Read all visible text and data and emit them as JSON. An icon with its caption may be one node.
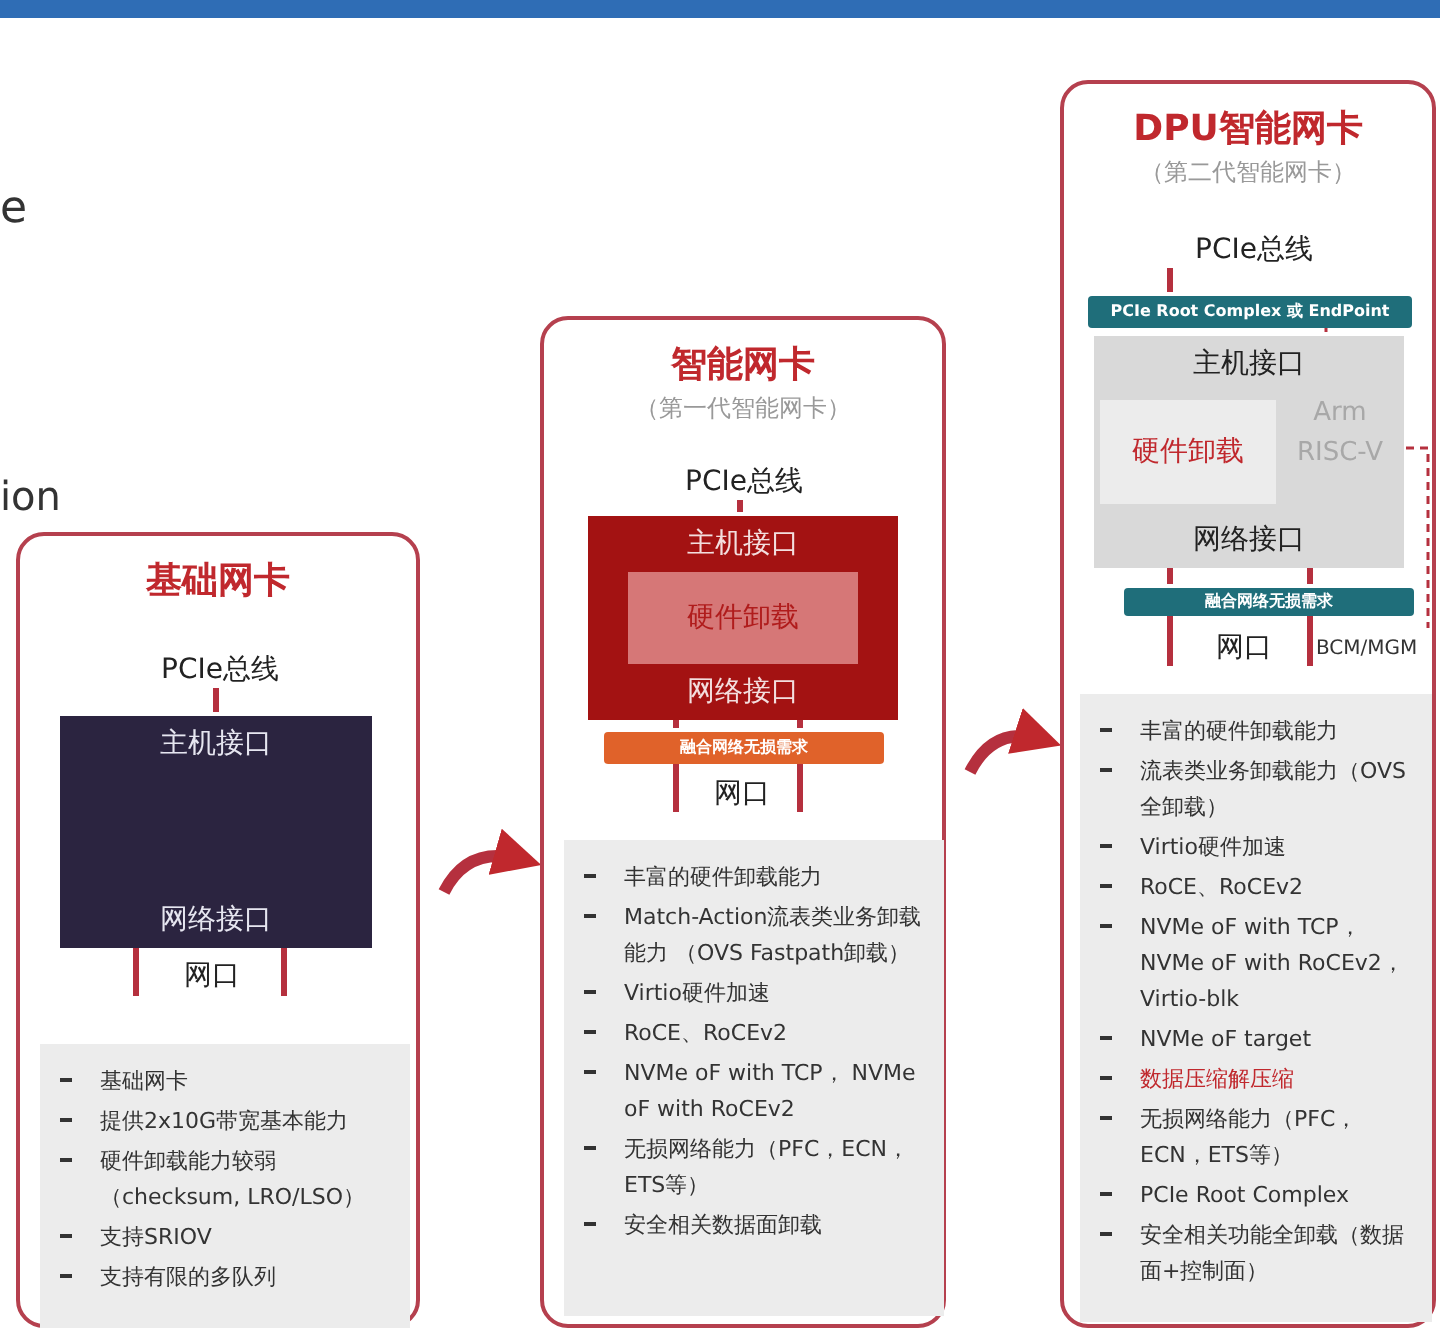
{
  "diagram": {
    "nodes": [
      {
        "text": [
          "基础网卡"
        ]
      },
      {
        "text": [
          "PCIe总线"
        ],
        "in": 0
      },
      {
        "text": [
          "主机接口",
          "网络接口"
        ],
        "in": 0
      },
      {
        "text": [
          "网口"
        ],
        "in": 0
      },
      {
        "text": [
          "基础网卡",
          "提供2x10G带宽基本能力",
          "硬件卸载能力较弱（checksum, LRO/LSO）",
          "支持SRIOV",
          "支持有限的多队列"
        ],
        "in": 0
      },
      {
        "text": [
          "智能网卡",
          "（第一代智能网卡）"
        ]
      },
      {
        "text": [
          "PCIe总线"
        ],
        "in": 5
      },
      {
        "text": [
          "主机接口",
          "网络接口"
        ],
        "in": 5
      },
      {
        "text": [
          "硬件卸载"
        ],
        "in": 7
      },
      {
        "text": [
          "融合网络无损需求"
        ],
        "in": 5
      },
      {
        "text": [
          "网口"
        ],
        "in": 5
      },
      {
        "text": [
          "丰富的硬件卸载能力",
          "Match-Action流表类业务卸载能力 （OVS Fastpath卸载）",
          "Virtio硬件加速",
          "RoCE、RoCEv2",
          "NVMe oF with TCP， NVMe oF with RoCEv2",
          "无损网络能力（PFC，ECN，ETS等）",
          "安全相关数据面卸载"
        ],
        "in": 5
      },
      {
        "text": [
          "DPU智能网卡",
          "（第二代智能网卡）"
        ]
      },
      {
        "text": [
          "PCIe总线"
        ],
        "in": 12
      },
      {
        "text": [
          "PCIe Root Complex 或 EndPoint"
        ],
        "in": 12
      },
      {
        "text": [
          "主机接口",
          "网络接口"
        ],
        "in": 12
      },
      {
        "text": [
          "硬件卸载"
        ],
        "in": 15
      },
      {
        "text": [
          "Arm RISC-V"
        ],
        "in": 15
      },
      {
        "text": [
          "融合网络无损需求"
        ],
        "in": 12
      },
      {
        "text": [
          "网口"
        ],
        "in": 12
      },
      {
        "text": [
          "BCM/MGM"
        ],
        "in": 12
      },
      {
        "text": [
          "丰富的硬件卸载能力",
          "流表类业务卸载能力（OVS 全卸载）",
          "Virtio硬件加速",
          "RoCE、RoCEv2",
          "NVMe oF with TCP， NVMe oF with RoCEv2， Virtio-blk",
          "NVMe oF target",
          "数据压缩解压缩",
          "无损网络能力（PFC，ECN，ETS等）",
          "PCIe Root Complex",
          "安全相关功能全卸载（数据面+控制面）"
        ],
        "in": 12
      }
    ],
    "edges": [
      {
        "from": 1,
        "to": 2,
        "arrow": "none"
      },
      {
        "from": 2,
        "to": 3,
        "arrow": "none"
      },
      {
        "from": 2,
        "to": 3,
        "arrow": "none"
      },
      {
        "from": 6,
        "to": 7,
        "arrow": "none"
      },
      {
        "from": 7,
        "to": 9,
        "arrow": "none"
      },
      {
        "from": 7,
        "to": 9,
        "arrow": "none"
      },
      {
        "from": 9,
        "to": 10,
        "arrow": "none"
      },
      {
        "from": 9,
        "to": 10,
        "arrow": "none"
      },
      {
        "from": 13,
        "to": 14,
        "arrow": "none"
      },
      {
        "from": 14,
        "to": 17,
        "arrow": "none",
        "style": "dashed"
      },
      {
        "from": 15,
        "to": 18,
        "arrow": "none"
      },
      {
        "from": 15,
        "to": 18,
        "arrow": "none"
      },
      {
        "from": 18,
        "to": 19,
        "arrow": "none"
      },
      {
        "from": 18,
        "to": 19,
        "arrow": "none"
      },
      {
        "from": 17,
        "to": 20,
        "arrow": "none",
        "style": "dashed"
      },
      {
        "from": 0,
        "to": 5,
        "arrow": "to",
        "style": "thick"
      },
      {
        "from": 5,
        "to": 12,
        "arrow": "to",
        "style": "thick"
      }
    ],
    "labels": [
      "e",
      "ion"
    ]
  }
}
